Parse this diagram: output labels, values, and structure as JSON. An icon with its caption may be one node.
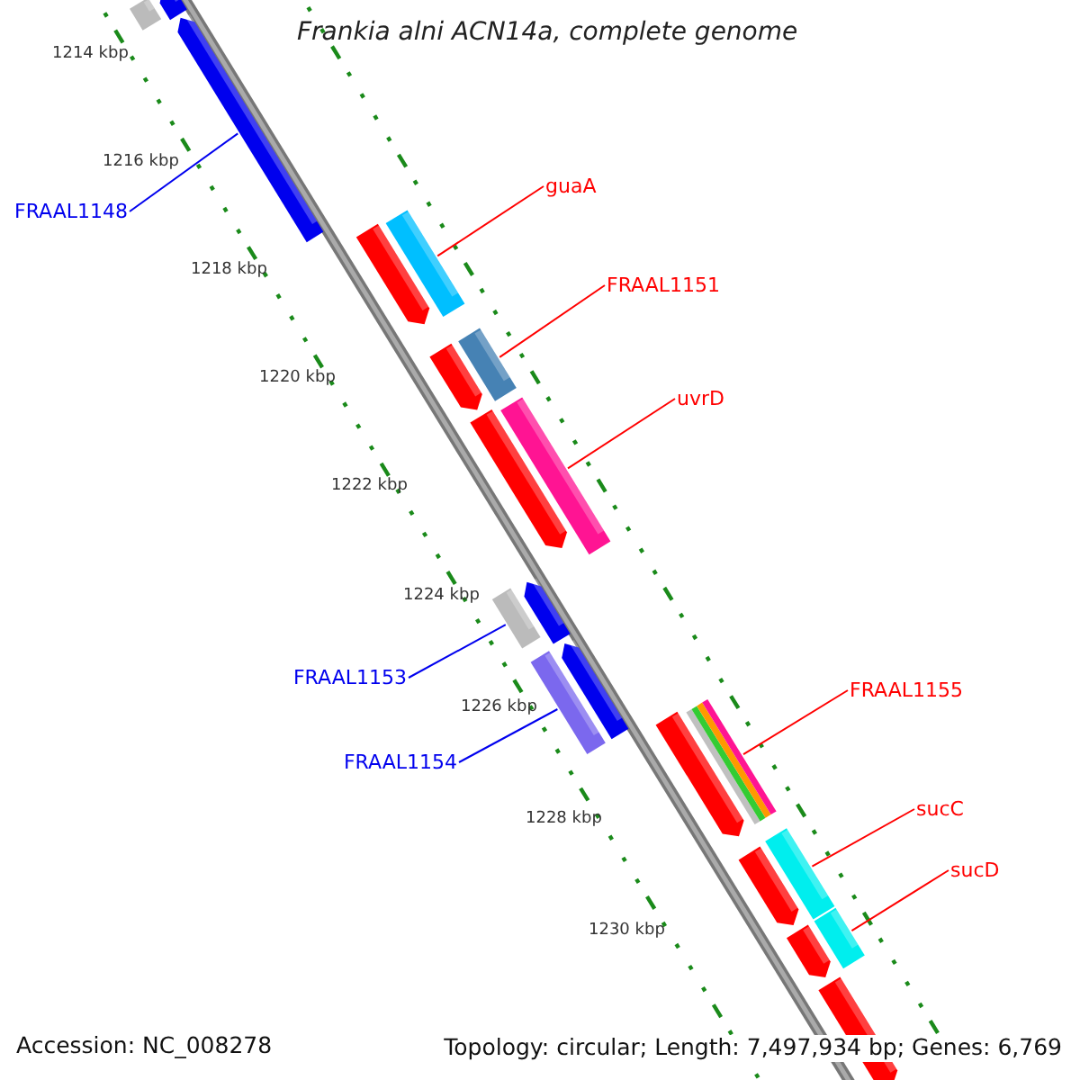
{
  "diagram": {
    "title": "Frankia alni ACN14a, complete genome",
    "nodes": [
      {
        "text": [
          "FRAAL1148"
        ]
      },
      {
        "text": [],
        "shape": "bar"
      },
      {
        "text": [
          "guaA"
        ]
      },
      {
        "text": [],
        "shape": "bar"
      },
      {
        "text": [
          "FRAAL1151"
        ]
      },
      {
        "text": [],
        "shape": "bar"
      },
      {
        "text": [
          "uvrD"
        ]
      },
      {
        "text": [],
        "shape": "bar"
      },
      {
        "text": [
          "FRAAL1153"
        ]
      },
      {
        "text": [],
        "shape": "bar"
      },
      {
        "text": [
          "FRAAL1154"
        ]
      },
      {
        "text": [],
        "shape": "bar"
      },
      {
        "text": [
          "FRAAL1155"
        ]
      },
      {
        "text": [],
        "shape": "bar"
      },
      {
        "text": [
          "sucC"
        ]
      },
      {
        "text": [],
        "shape": "bar"
      },
      {
        "text": [
          "sucD"
        ]
      },
      {
        "text": [],
        "shape": "bar"
      }
    ],
    "edges": [
      {
        "from": 0,
        "to": 1,
        "arrow": "none",
        "color": "#0000ee"
      },
      {
        "from": 2,
        "to": 3,
        "arrow": "none"
      },
      {
        "from": 4,
        "to": 5,
        "arrow": "none"
      },
      {
        "from": 6,
        "to": 7,
        "arrow": "none"
      },
      {
        "from": 8,
        "to": 9,
        "arrow": "none",
        "color": "#0000ee"
      },
      {
        "from": 10,
        "to": 11,
        "arrow": "none",
        "color": "#0000ee"
      },
      {
        "from": 12,
        "to": 13,
        "arrow": "none"
      },
      {
        "from": 14,
        "to": 15,
        "arrow": "none"
      },
      {
        "from": 16,
        "to": 17,
        "arrow": "none"
      }
    ],
    "labels": [
      "1214 kbp",
      "1216 kbp",
      "1218 kbp",
      "1220 kbp",
      "1222 kbp",
      "1224 kbp",
      "1226 kbp",
      "1228 kbp",
      "1230 kbp",
      "Accession: NC_008278",
      "Topology: circular; Length: 7,497,934 bp; Genes: 6,769"
    ]
  }
}
